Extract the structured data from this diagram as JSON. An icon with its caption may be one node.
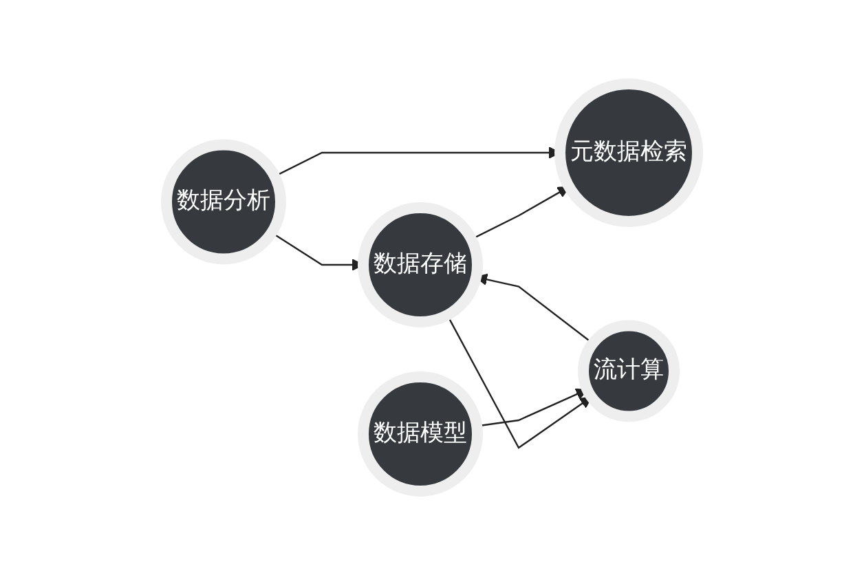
{
  "diagram": {
    "nodes": [
      {
        "text": [
          "数据存储"
        ]
      },
      {
        "text": [
          "元数据检索"
        ]
      },
      {
        "text": [
          "数据模型"
        ]
      },
      {
        "text": [
          "流计算"
        ]
      },
      {
        "text": [
          "数据分析"
        ]
      }
    ],
    "edges": [
      {
        "from": 0,
        "to": 1,
        "arrow": "to"
      },
      {
        "from": 3,
        "to": 0,
        "arrow": "to"
      },
      {
        "from": 0,
        "to": 3,
        "arrow": "to"
      },
      {
        "from": 2,
        "to": 3,
        "arrow": "to"
      },
      {
        "from": 4,
        "to": 0,
        "arrow": "to"
      },
      {
        "from": 4,
        "to": 1,
        "arrow": "to"
      }
    ]
  }
}
